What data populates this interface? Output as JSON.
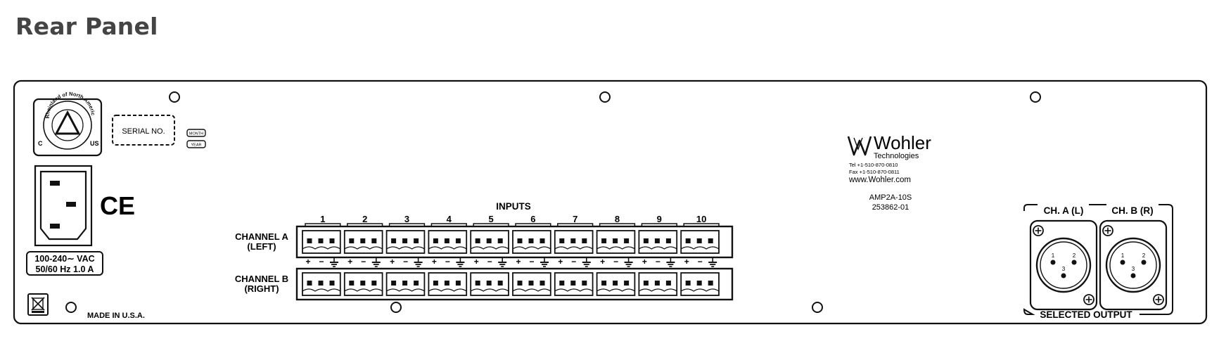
{
  "page_title": "Rear Panel",
  "certification": {
    "arc_text": "TÜV Rheinland of North America, Inc.",
    "left_mark": "C",
    "right_mark": "US"
  },
  "serial": {
    "label": "SERIAL NO.",
    "month_label": "MONTH",
    "year_label": "YEAR"
  },
  "power": {
    "ce_mark": "CE",
    "rating_line1": "100-240∼ VAC",
    "rating_line2": "50/60 Hz  1.0 A"
  },
  "origin": {
    "made_in": "MADE IN U.S.A."
  },
  "inputs": {
    "title": "INPUTS",
    "numbers": [
      "1",
      "2",
      "3",
      "4",
      "5",
      "6",
      "7",
      "8",
      "9",
      "10"
    ],
    "channel_a_line1": "CHANNEL A",
    "channel_a_line2": "(LEFT)",
    "channel_b_line1": "CHANNEL B",
    "channel_b_line2": "(RIGHT)",
    "polarity_plus": "+",
    "polarity_minus": "−"
  },
  "brand": {
    "name": "Wohler",
    "subtitle": "Technologies",
    "tel": "Tel  +1-510-870-0810",
    "fax": "Fax  +1-510-870-0811",
    "url": "www.Wohler.com",
    "model": "AMP2A-10S",
    "part_number": "253862-01"
  },
  "outputs": {
    "ch_a_label": "CH. A (L)",
    "ch_b_label": "CH. B (R)",
    "selected_label": "SELECTED OUTPUT",
    "pin1": "1",
    "pin2": "2",
    "pin3": "3"
  }
}
